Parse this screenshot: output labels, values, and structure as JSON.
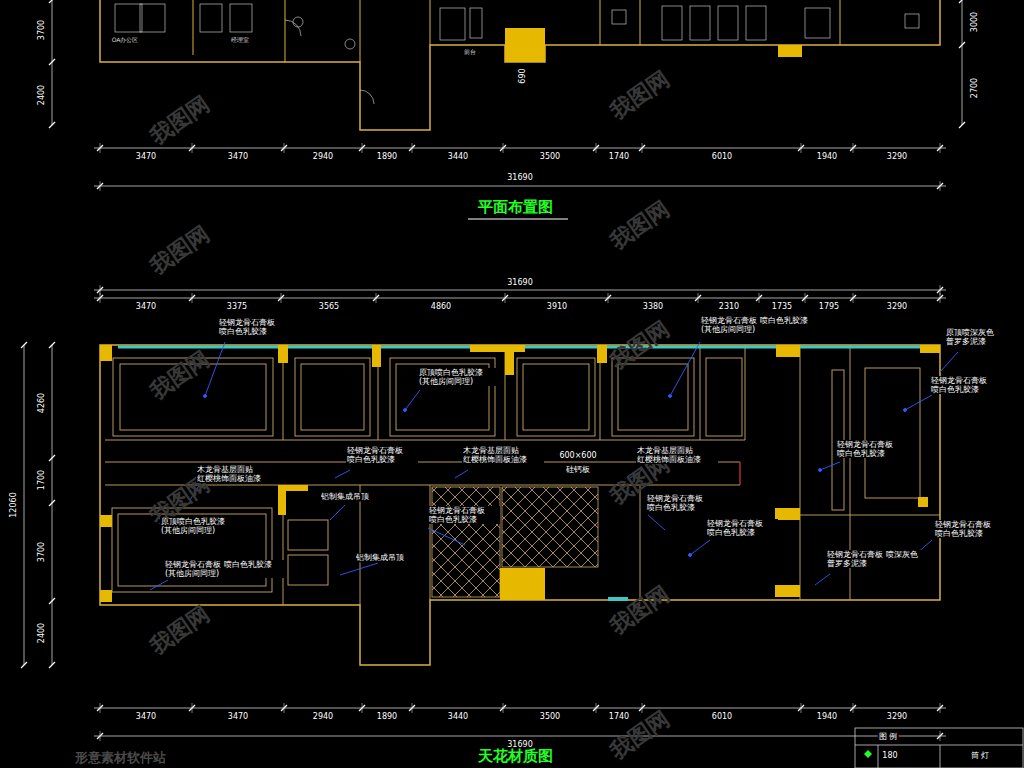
{
  "diagram": {
    "labels": [
      "3700",
      "2400",
      "3000",
      "2700",
      "OA办公区",
      "经理室",
      "前台",
      "690",
      "3470",
      "3470",
      "2940",
      "1890",
      "3440",
      "3500",
      "1740",
      "6010",
      "1940",
      "3290",
      "31690",
      "平面布置图",
      "31690",
      "3470",
      "3375",
      "3565",
      "4860",
      "3910",
      "3380",
      "2310",
      "1735",
      "1795",
      "3290",
      "12060",
      "4260",
      "1700",
      "3700",
      "2400",
      "轻钢龙骨石膏板 喷白色乳胶漆",
      "轻钢龙骨石膏板 喷白色乳胶漆(其他房间同理)",
      "原顶喷深灰色 普罗多泥漆",
      "轻钢龙骨石膏板 喷白色乳胶漆",
      "原顶喷白色乳胶漆 (其他房间同理)",
      "木龙骨基层面贴 红樱桃饰面板油漆",
      "轻钢龙骨石膏板 喷白色乳胶漆",
      "木龙骨基层面贴 红樱桃饰面板油漆",
      "600×600",
      "硅钙板",
      "木龙骨基层面贴 红樱桃饰面板油漆",
      "轻钢龙骨石膏板 喷白色乳胶漆",
      "原顶喷白色乳胶漆 (其他房间同理)",
      "轻钢龙骨石膏板 喷白色乳胶漆(其他房间同理)",
      "铝制集成吊顶",
      "铝制集成吊顶",
      "轻钢龙骨石膏板 喷白色乳胶漆",
      "轻钢龙骨石膏板 喷白色乳胶漆",
      "轻钢龙骨石膏板 喷白色乳胶漆",
      "轻钢龙骨石膏板 喷白色乳胶漆",
      "轻钢龙骨石膏板 喷深灰色 普罗多泥漆",
      "3470",
      "3470",
      "2940",
      "1890",
      "3440",
      "3500",
      "1740",
      "6010",
      "1940",
      "3290",
      "31690",
      "天花材质图",
      "图 例",
      "180",
      "我图网",
      "我图网",
      "我图网",
      "我图网",
      "我图网",
      "我图网",
      "我图网",
      "我图网",
      "我图网",
      "我图网",
      "我图网",
      "形意素材软件站"
    ],
    "legend": [
      {
        "text": "筒 灯"
      }
    ]
  }
}
